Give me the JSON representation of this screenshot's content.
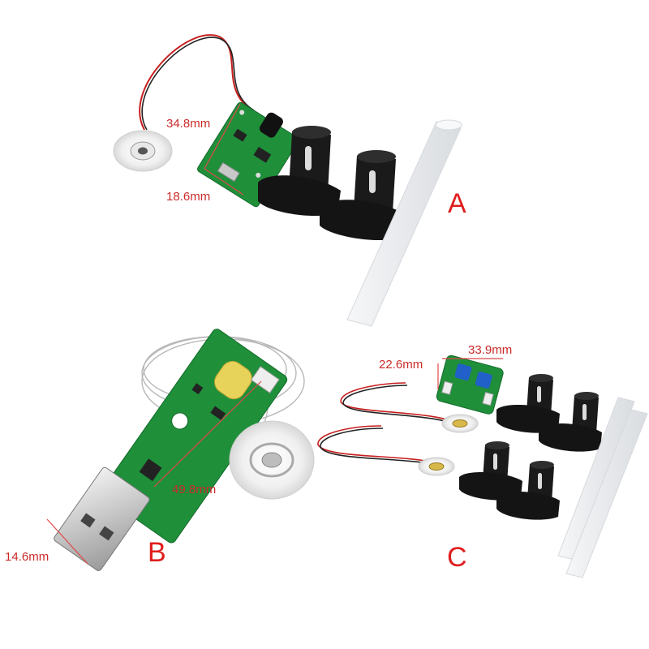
{
  "variants": {
    "a": {
      "label": "A",
      "width_label": "34.8mm",
      "height_label": "18.6mm"
    },
    "b": {
      "label": "B",
      "length_label": "49.8mm",
      "width_label": "14.6mm"
    },
    "c": {
      "label": "C",
      "length_label": "33.9mm",
      "width_label": "22.6mm"
    }
  },
  "colors": {
    "dimension_line": "#e04848",
    "dimension_text": "#cc2a2a",
    "variant_letter": "#e01e1e",
    "pcb_green": "#1f8f3a",
    "battery_holder_black": "#1a1a1a",
    "sponge_stick": "#eef0f2"
  }
}
